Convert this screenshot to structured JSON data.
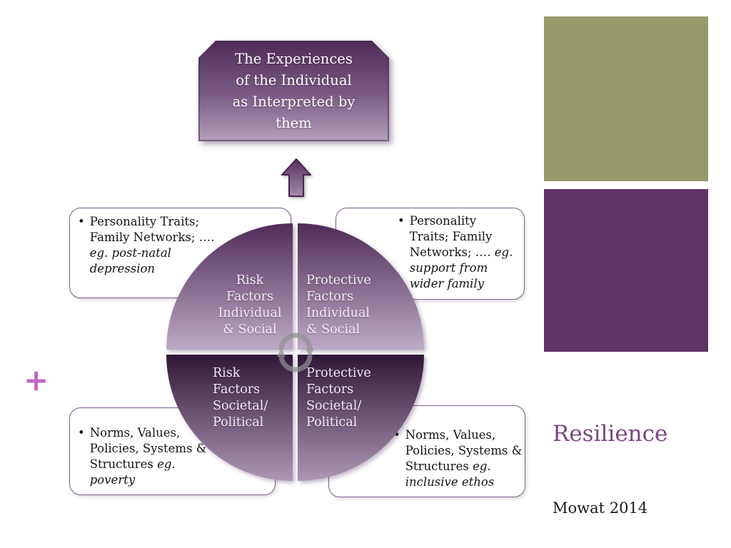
{
  "slide": {
    "title": "Resilience",
    "attribution": "Mowat 2014",
    "plus": "+"
  },
  "top_box": {
    "text": "The Experiences\nof the Individual\nas Interpreted by\nthem"
  },
  "quadrants": [
    {
      "label": "Risk\nFactors\nIndividual\n& Social"
    },
    {
      "label": "Protective\nFactors\nIndividual\n& Social"
    },
    {
      "label": "Risk\nFactors\nSocietal/\nPolitical"
    },
    {
      "label": "Protective\nFactors\nSocietal/\nPolitical"
    }
  ],
  "callouts": [
    {
      "bullet": "•",
      "text": "Personality Traits; Family Networks; ….",
      "italic": "eg. post-natal depression"
    },
    {
      "bullet": "•",
      "text": "Personality Traits; Family Networks; ….",
      "italic": "eg. support from wider family"
    },
    {
      "bullet": "•",
      "text": "Norms, Values, Policies, Systems & Structures",
      "italic": "eg. poverty"
    },
    {
      "bullet": "•",
      "text": "Norms, Values, Policies, Systems & Structures",
      "italic": "eg. inclusive ethos"
    }
  ],
  "icons": {
    "up_arrow": "block-arrow-up",
    "center": "rotate-cycle-arrows",
    "plus": "plus-sign"
  },
  "colors": {
    "olive_block": "#999a6b",
    "purple_block": "#5e3366",
    "title_text": "#7a4582",
    "plus_sign": "#c366c3",
    "callout_border": "#7e5f8a",
    "quadrant_top_gradient_start": "#502b59",
    "quadrant_top_gradient_end": "#bcabc4",
    "quadrant_bottom_gradient_start": "#2f1738",
    "quadrant_bottom_gradient_end": "#ac97b5",
    "top_box_gradient_start": "#4e2b57",
    "top_box_gradient_end": "#b2a0ba"
  }
}
